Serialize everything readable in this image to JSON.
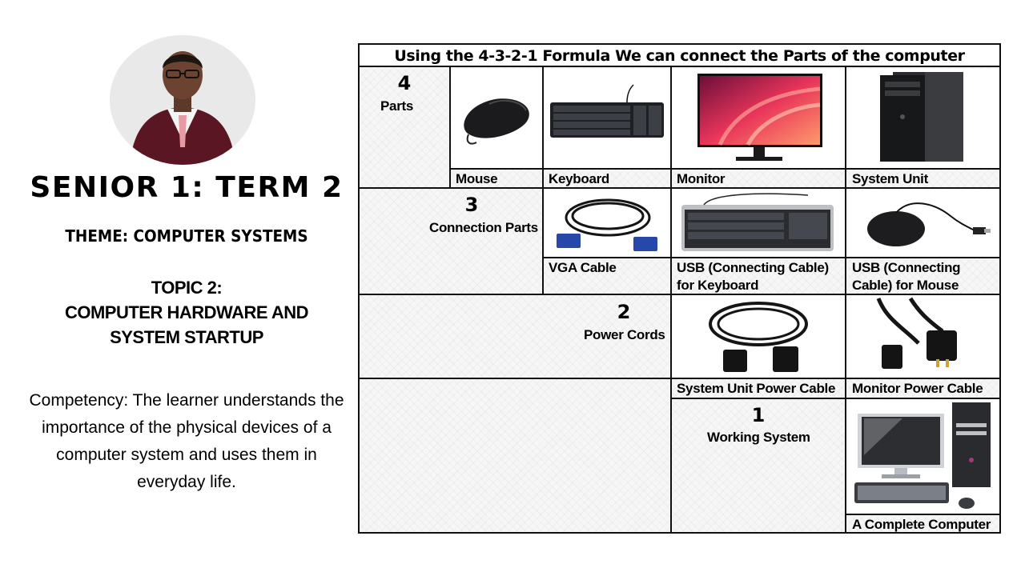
{
  "slide": {
    "title": "SENIOR 1: TERM 2",
    "theme": "THEME: COMPUTER SYSTEMS",
    "topic_line1": "TOPIC 2:",
    "topic_line2": "COMPUTER HARDWARE AND",
    "topic_line3": "SYSTEM STARTUP",
    "competency": "Competency: The learner understands the importance of the physical devices of a computer system and uses them in everyday life."
  },
  "formula": {
    "title": "Using the 4-3-2-1 Formula We can connect the Parts of the computer",
    "parts": {
      "number": "4",
      "label": "Parts",
      "items": [
        "Mouse",
        "Keyboard",
        "Monitor",
        "System Unit"
      ]
    },
    "connection": {
      "number": "3",
      "label": "Connection Parts",
      "items": [
        "VGA Cable",
        "USB (Connecting Cable) for Keyboard",
        "USB (Connecting Cable) for Mouse"
      ]
    },
    "power": {
      "number": "2",
      "label": "Power Cords",
      "items": [
        "System Unit Power Cable",
        "Monitor Power Cable"
      ]
    },
    "working": {
      "number": "1",
      "label": "Working System",
      "item": "A Complete Computer"
    }
  },
  "colors": {
    "grid_line": "#111111",
    "monitor_screen": "#e8345a",
    "jacket": "#5a1622"
  },
  "icons": [
    "presenter-photo",
    "mouse-icon",
    "keyboard-icon",
    "monitor-icon",
    "system-unit-icon",
    "vga-cable-icon",
    "usb-keyboard-icon",
    "usb-mouse-icon",
    "system-power-cable-icon",
    "monitor-power-cable-icon",
    "complete-computer-icon"
  ]
}
